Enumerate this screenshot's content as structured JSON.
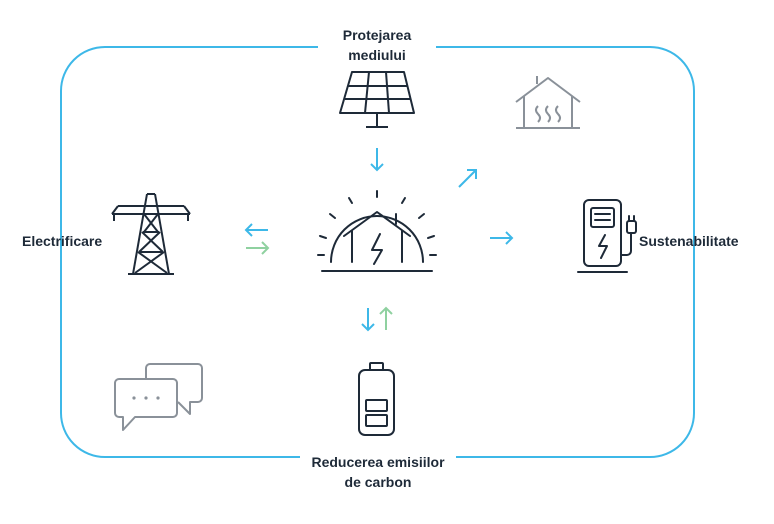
{
  "diagram": {
    "labels": {
      "top_line1": "Protejarea",
      "top_line2": "mediului",
      "left": "Electrificare",
      "right": "Sustenabilitate",
      "bottom_line1": "Reducerea emisiilor",
      "bottom_line2": "de carbon"
    },
    "icons": {
      "top": "solar-panel-icon",
      "top_right": "heated-house-icon",
      "left": "power-pylon-icon",
      "center": "smart-energy-home-icon",
      "right": "ev-charger-icon",
      "bottom": "battery-icon",
      "bottom_left": "chat-bubbles-icon"
    },
    "colors": {
      "frame": "#3db8e8",
      "arrow_blue": "#3db8e8",
      "arrow_green": "#8fd1a0",
      "icon_dark": "#1e2a38",
      "icon_gray": "#8a9199"
    }
  }
}
